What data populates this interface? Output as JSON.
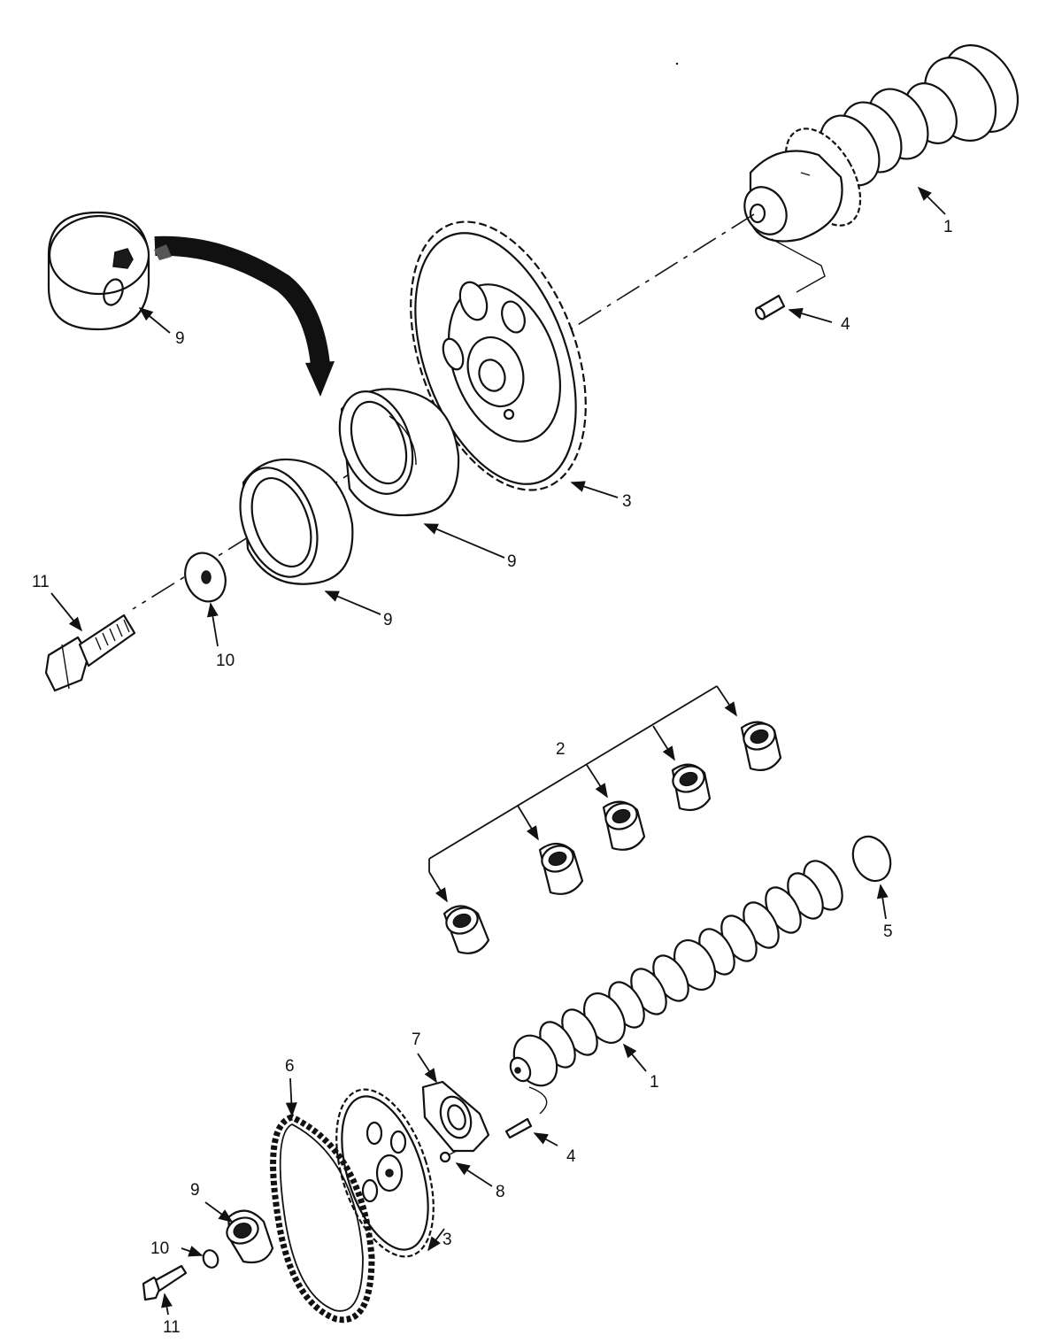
{
  "callouts": {
    "top": {
      "c1": "1",
      "c3": "3",
      "c4": "4",
      "c9_cap": "9",
      "c9_front": "9",
      "c9_rear": "9",
      "c10": "10",
      "c11": "11"
    },
    "bottom": {
      "c1": "1",
      "c2": "2",
      "c3": "3",
      "c4": "4",
      "c5": "5",
      "c6": "6",
      "c7": "7",
      "c8": "8",
      "c9": "9",
      "c10": "10",
      "c11": "11"
    }
  },
  "colors": {
    "ink": "#111111",
    "paper": "#ffffff"
  }
}
